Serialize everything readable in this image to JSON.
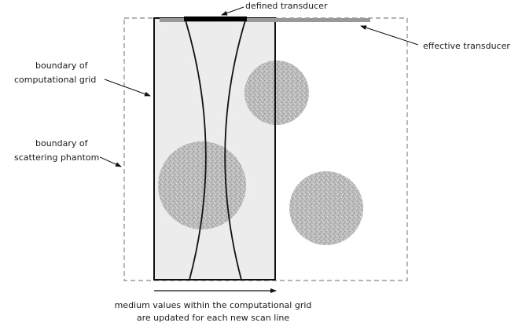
{
  "labels": {
    "defined_transducer": "defined transducer",
    "effective_transducer": "effective transducer",
    "grid_line1": "boundary of",
    "grid_line2": "computational grid",
    "phantom_line1": "boundary of",
    "phantom_line2": "scattering phantom",
    "caption_line1": "medium values within the computational grid",
    "caption_line2": "are updated for each new scan line"
  },
  "colors": {
    "ink": "#111111",
    "grid_fill": "#ececec",
    "phantom_border": "#888888",
    "effective_transducer": "#999999",
    "defined_transducer": "#000000",
    "scatterer": "#b4b4b4"
  }
}
